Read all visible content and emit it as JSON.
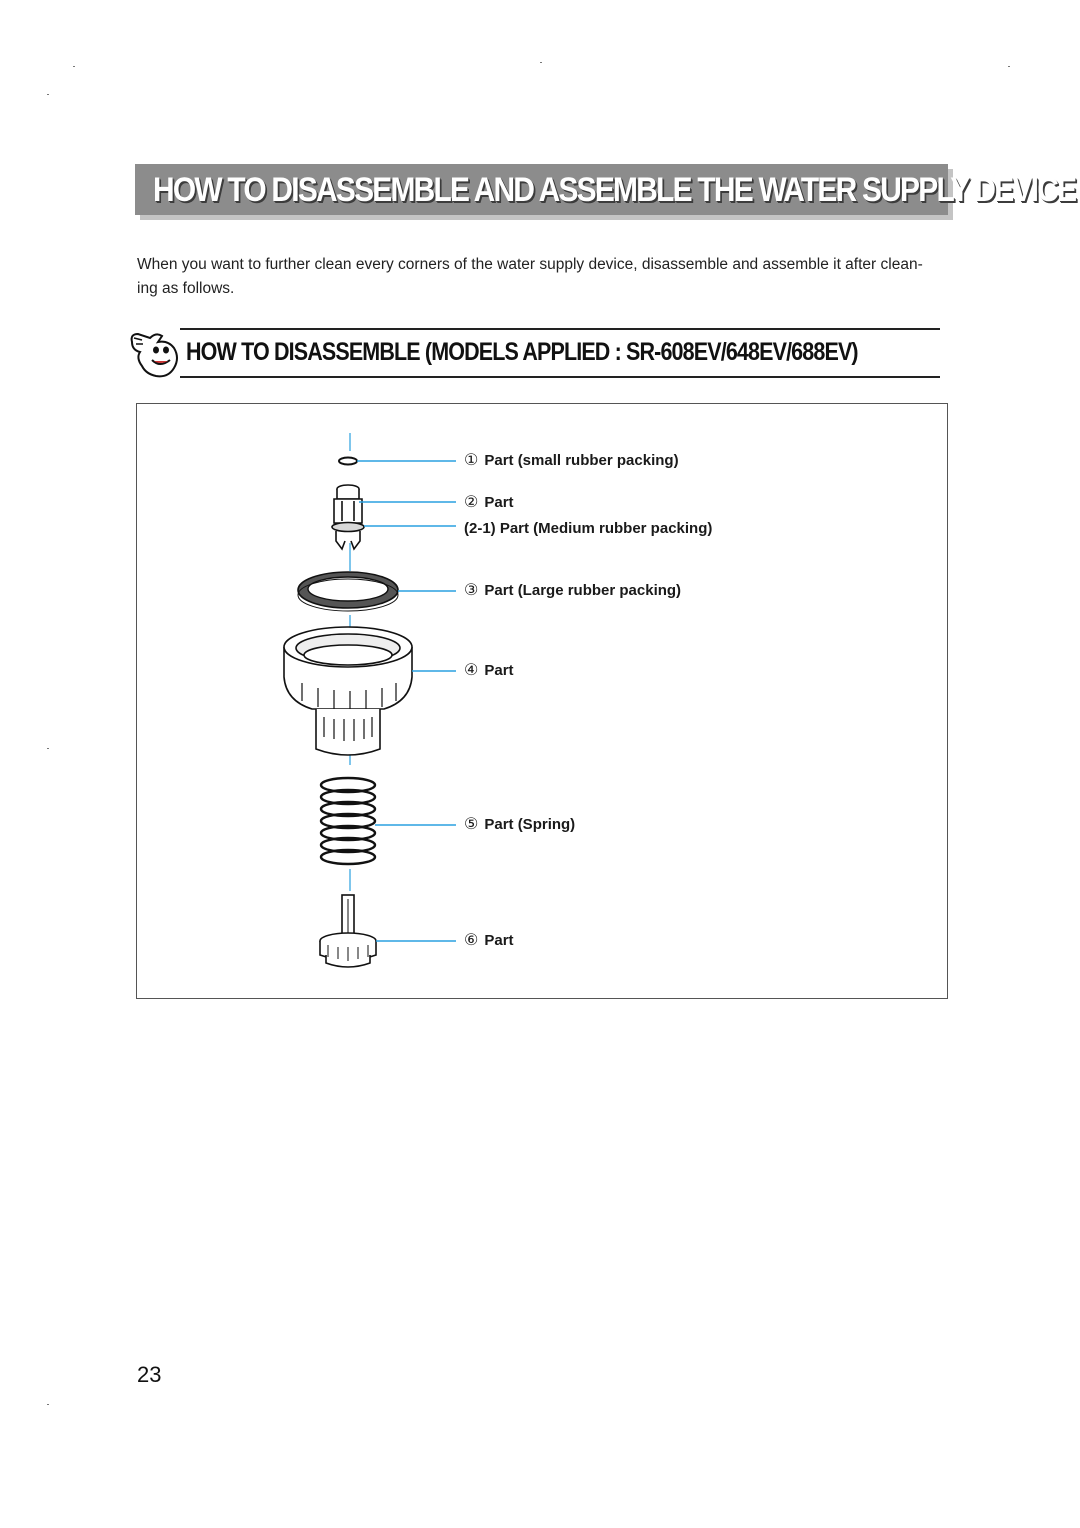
{
  "header": {
    "title": "HOW TO DISASSEMBLE AND ASSEMBLE THE WATER SUPPLY DEVICE"
  },
  "intro": {
    "text": "When you want to further clean every corners of the water supply device, disassemble and assemble it after clean- ing as follows."
  },
  "section": {
    "title": "HOW TO DISASSEMBLE (MODELS APPLIED : SR-608EV/648EV/688EV)",
    "icon": "hand-pointing-face-icon"
  },
  "diagram": {
    "callouts": [
      {
        "number": "①",
        "label": "Part (small rubber packing)"
      },
      {
        "number": "②",
        "label": "Part"
      },
      {
        "number": "",
        "label": "(2-1) Part (Medium rubber packing)"
      },
      {
        "number": "③",
        "label": "Part (Large rubber packing)"
      },
      {
        "number": "④",
        "label": "Part"
      },
      {
        "number": "⑤",
        "label": "Part (Spring)"
      },
      {
        "number": "⑥",
        "label": "Part"
      }
    ],
    "leader_color": "#2aa0e0"
  },
  "footer": {
    "page_number": "23"
  }
}
